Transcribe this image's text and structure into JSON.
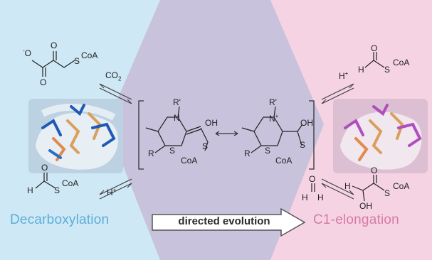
{
  "labels": {
    "left_process": "Decarboxylation",
    "right_process": "C1-elongation",
    "arrow": "directed evolution"
  },
  "chemistry": {
    "top_left_species": "oxalyl-CoA",
    "top_left_product": "CO",
    "top_left_product_sub": "2",
    "bottom_left_cofactor": "H",
    "bottom_left_cofactor_sup": "+",
    "top_right_cofactor": "H",
    "top_right_cofactor_sup": "+",
    "coa": "CoA",
    "coa_bottom_left": "CoA",
    "coa_top_right": "CoA",
    "coa_bottom_right": "CoA",
    "r_prime_left": "R'",
    "r_prime_right": "R'",
    "r_left": "R",
    "r_right": "R",
    "n_left": "N",
    "n_right": "N",
    "n_right_sup": "+",
    "oh_left": "OH",
    "oh_right": "OH",
    "s_left": "S",
    "s_right": "S",
    "s_ring_left": "S",
    "s_ring_right": "S",
    "coa_left_int": "CoA",
    "coa_right_int": "CoA",
    "o_top_left_1": "O",
    "o_top_left_2": "O",
    "o_top_left_neg": "-",
    "o_top_left_3": "O",
    "s_top_left": "S",
    "o_bl": "O",
    "h_bl": "H",
    "s_bl": "S",
    "o_tr": "O",
    "h_tr": "H",
    "s_tr": "S",
    "formaldehyde_o": "O",
    "formaldehyde_h1": "H",
    "formaldehyde_h2": "H",
    "o_br": "O",
    "h_br": "H",
    "oh_br": "OH",
    "s_br": "S"
  },
  "colors": {
    "left_bg": "#cfe8f6",
    "right_bg": "#f6d3e3",
    "center_hex": "#c8c2dc",
    "left_text": "#5aaed8",
    "right_text": "#d67aa6",
    "arrow_fill": "#ffffff",
    "arrow_stroke": "#555555"
  }
}
